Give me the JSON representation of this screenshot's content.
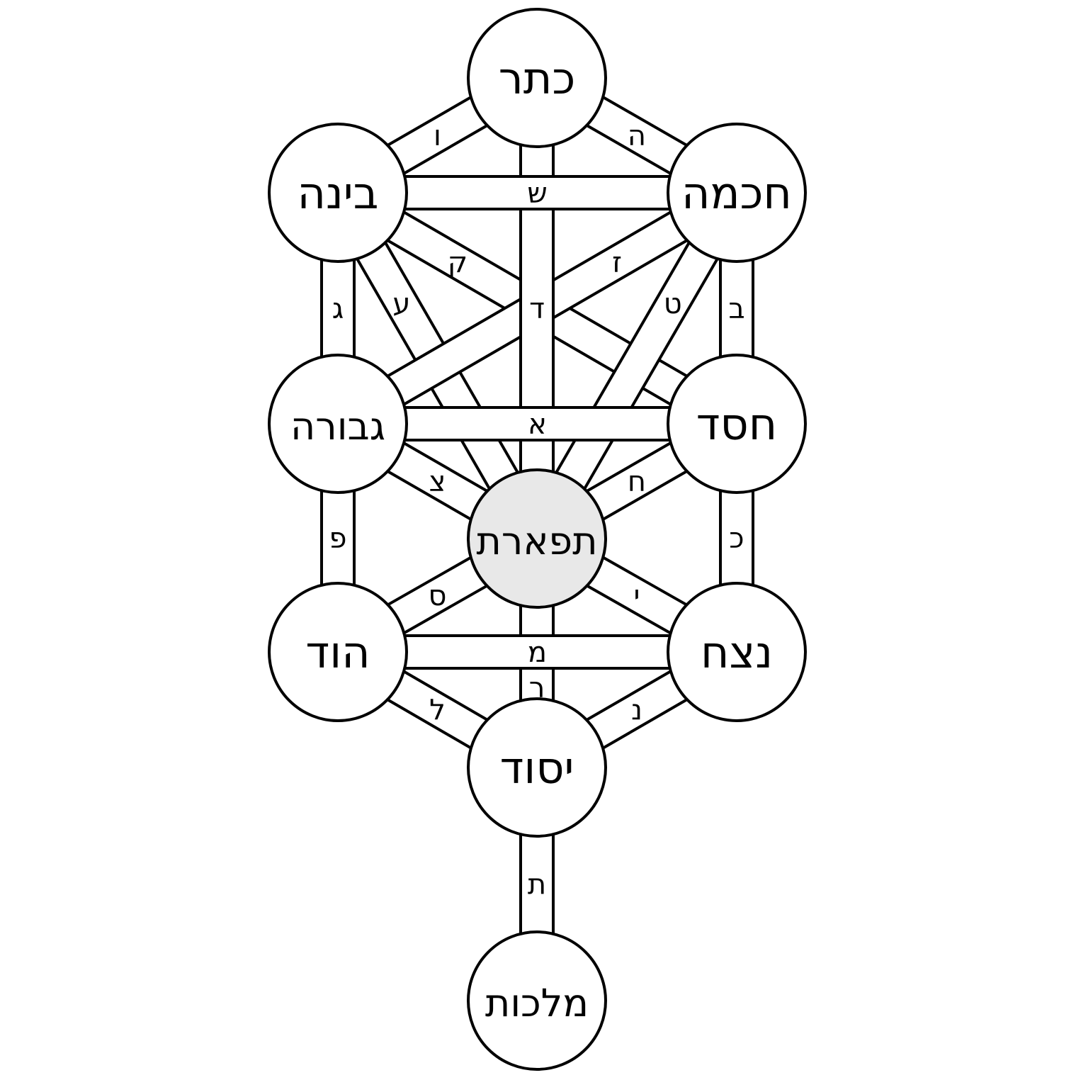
{
  "diagram": {
    "title": "Tree of Life",
    "highlight_color": "#e8e8e8",
    "nodes": [
      {
        "id": "keter",
        "label": "כתר"
      },
      {
        "id": "chokhmah",
        "label": "חכמה"
      },
      {
        "id": "binah",
        "label": "בינה"
      },
      {
        "id": "chesed",
        "label": "חסד"
      },
      {
        "id": "gevurah",
        "label": "גבורה"
      },
      {
        "id": "tiferet",
        "label": "תפארת",
        "highlighted": true
      },
      {
        "id": "netzach",
        "label": "נצח"
      },
      {
        "id": "hod",
        "label": "הוד"
      },
      {
        "id": "yesod",
        "label": "יסוד"
      },
      {
        "id": "malkhut",
        "label": "מלכות"
      }
    ],
    "paths": [
      {
        "from": "keter",
        "to": "binah",
        "letter": "ו"
      },
      {
        "from": "keter",
        "to": "chokhmah",
        "letter": "ה"
      },
      {
        "from": "binah",
        "to": "chesed",
        "letter": "ק"
      },
      {
        "from": "binah",
        "to": "tiferet",
        "letter": "ע"
      },
      {
        "from": "chokhmah",
        "to": "tiferet",
        "letter": "ט"
      },
      {
        "from": "chokhmah",
        "to": "gevurah",
        "letter": "ז"
      },
      {
        "from": "gevurah",
        "to": "tiferet",
        "letter": "צ"
      },
      {
        "from": "chesed",
        "to": "tiferet",
        "letter": "ח"
      },
      {
        "from": "hod",
        "to": "tiferet",
        "letter": "ס"
      },
      {
        "from": "netzach",
        "to": "tiferet",
        "letter": "י"
      },
      {
        "from": "hod",
        "to": "yesod",
        "letter": "ל"
      },
      {
        "from": "netzach",
        "to": "yesod",
        "letter": "נ"
      },
      {
        "from": "binah",
        "to": "gevurah",
        "letter": "ג"
      },
      {
        "from": "chokhmah",
        "to": "chesed",
        "letter": "ב"
      },
      {
        "from": "gevurah",
        "to": "hod",
        "letter": "פ"
      },
      {
        "from": "chesed",
        "to": "netzach",
        "letter": "כ"
      },
      {
        "from": "keter",
        "to": "tiferet",
        "letter": "ד"
      },
      {
        "from": "tiferet",
        "to": "yesod",
        "letter": "ר"
      },
      {
        "from": "yesod",
        "to": "malkhut",
        "letter": "ת"
      },
      {
        "from": "binah",
        "to": "chokhmah",
        "letter": "ש"
      },
      {
        "from": "gevurah",
        "to": "chesed",
        "letter": "א"
      },
      {
        "from": "hod",
        "to": "netzach",
        "letter": "מ"
      }
    ]
  }
}
